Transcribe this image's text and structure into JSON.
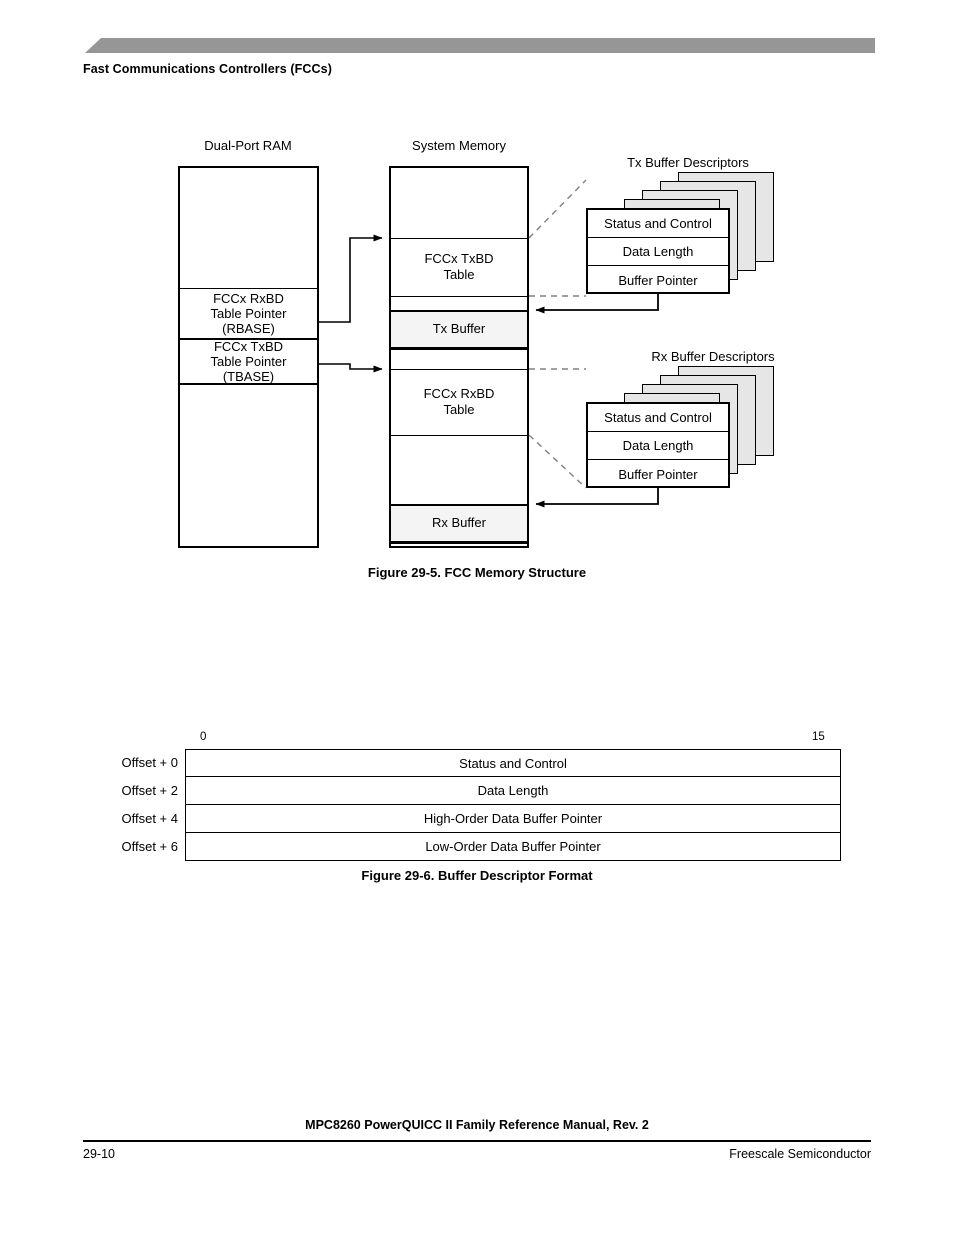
{
  "page": {
    "running_head": "Fast Communications Controllers (FCCs)",
    "banner_color": "#969696"
  },
  "figure_memory_structure": {
    "caption": "Figure 29-5. FCC Memory Structure",
    "headings": {
      "dual_port_ram": "Dual-Port RAM",
      "system_memory": "System Memory",
      "tx_descriptors": "Tx Buffer Descriptors",
      "rx_descriptors": "Rx Buffer Descriptors"
    },
    "dual_port_ram": {
      "pointers": [
        {
          "line1": "FCCx RxBD",
          "line2": "Table Pointer",
          "line3": "(RBASE)"
        },
        {
          "line1": "FCCx TxBD",
          "line2": "Table Pointer",
          "line3": "(TBASE)"
        }
      ]
    },
    "system_memory": {
      "rows": [
        {
          "line1": "FCCx TxBD",
          "line2": "Table"
        },
        {
          "line1": "Tx Buffer",
          "line2": ""
        },
        {
          "line1": "FCCx RxBD",
          "line2": "Table"
        },
        {
          "line1": "Rx Buffer",
          "line2": ""
        }
      ]
    },
    "descriptor_fields": [
      "Status and Control",
      "Data Length",
      "Buffer Pointer"
    ]
  },
  "figure_bd_format": {
    "caption": "Figure 29-6. Buffer Descriptor Format",
    "bit_labels": {
      "first": "0",
      "last": "15"
    },
    "rows": [
      {
        "offset": "Offset + 0",
        "field": "Status and Control"
      },
      {
        "offset": "Offset + 2",
        "field": "Data Length"
      },
      {
        "offset": "Offset + 4",
        "field": "High-Order Data Buffer Pointer"
      },
      {
        "offset": "Offset + 6",
        "field": "Low-Order Data Buffer Pointer"
      }
    ]
  },
  "footer": {
    "manual_title": "MPC8260 PowerQUICC II Family Reference Manual, Rev. 2",
    "page_number": "29-10",
    "publisher": "Freescale Semiconductor"
  }
}
